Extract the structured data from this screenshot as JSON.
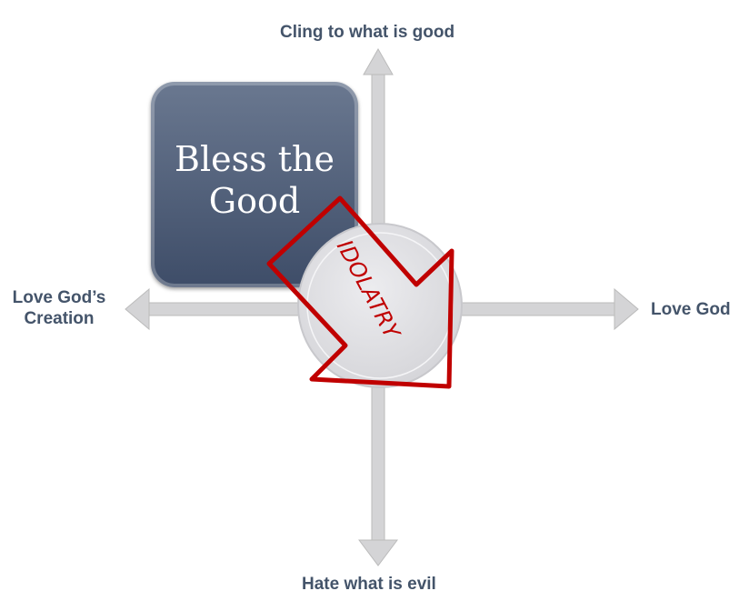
{
  "axes": {
    "top": "Cling to what is good",
    "bottom": "Hate what is evil",
    "left": "Love God’s Creation",
    "right": "Love God"
  },
  "box": {
    "label": "Bless the Good"
  },
  "center": {
    "label": "IDOLATRY"
  },
  "colors": {
    "box": "#4a5a75",
    "arrow": "#c00000",
    "text": "#44546a"
  }
}
